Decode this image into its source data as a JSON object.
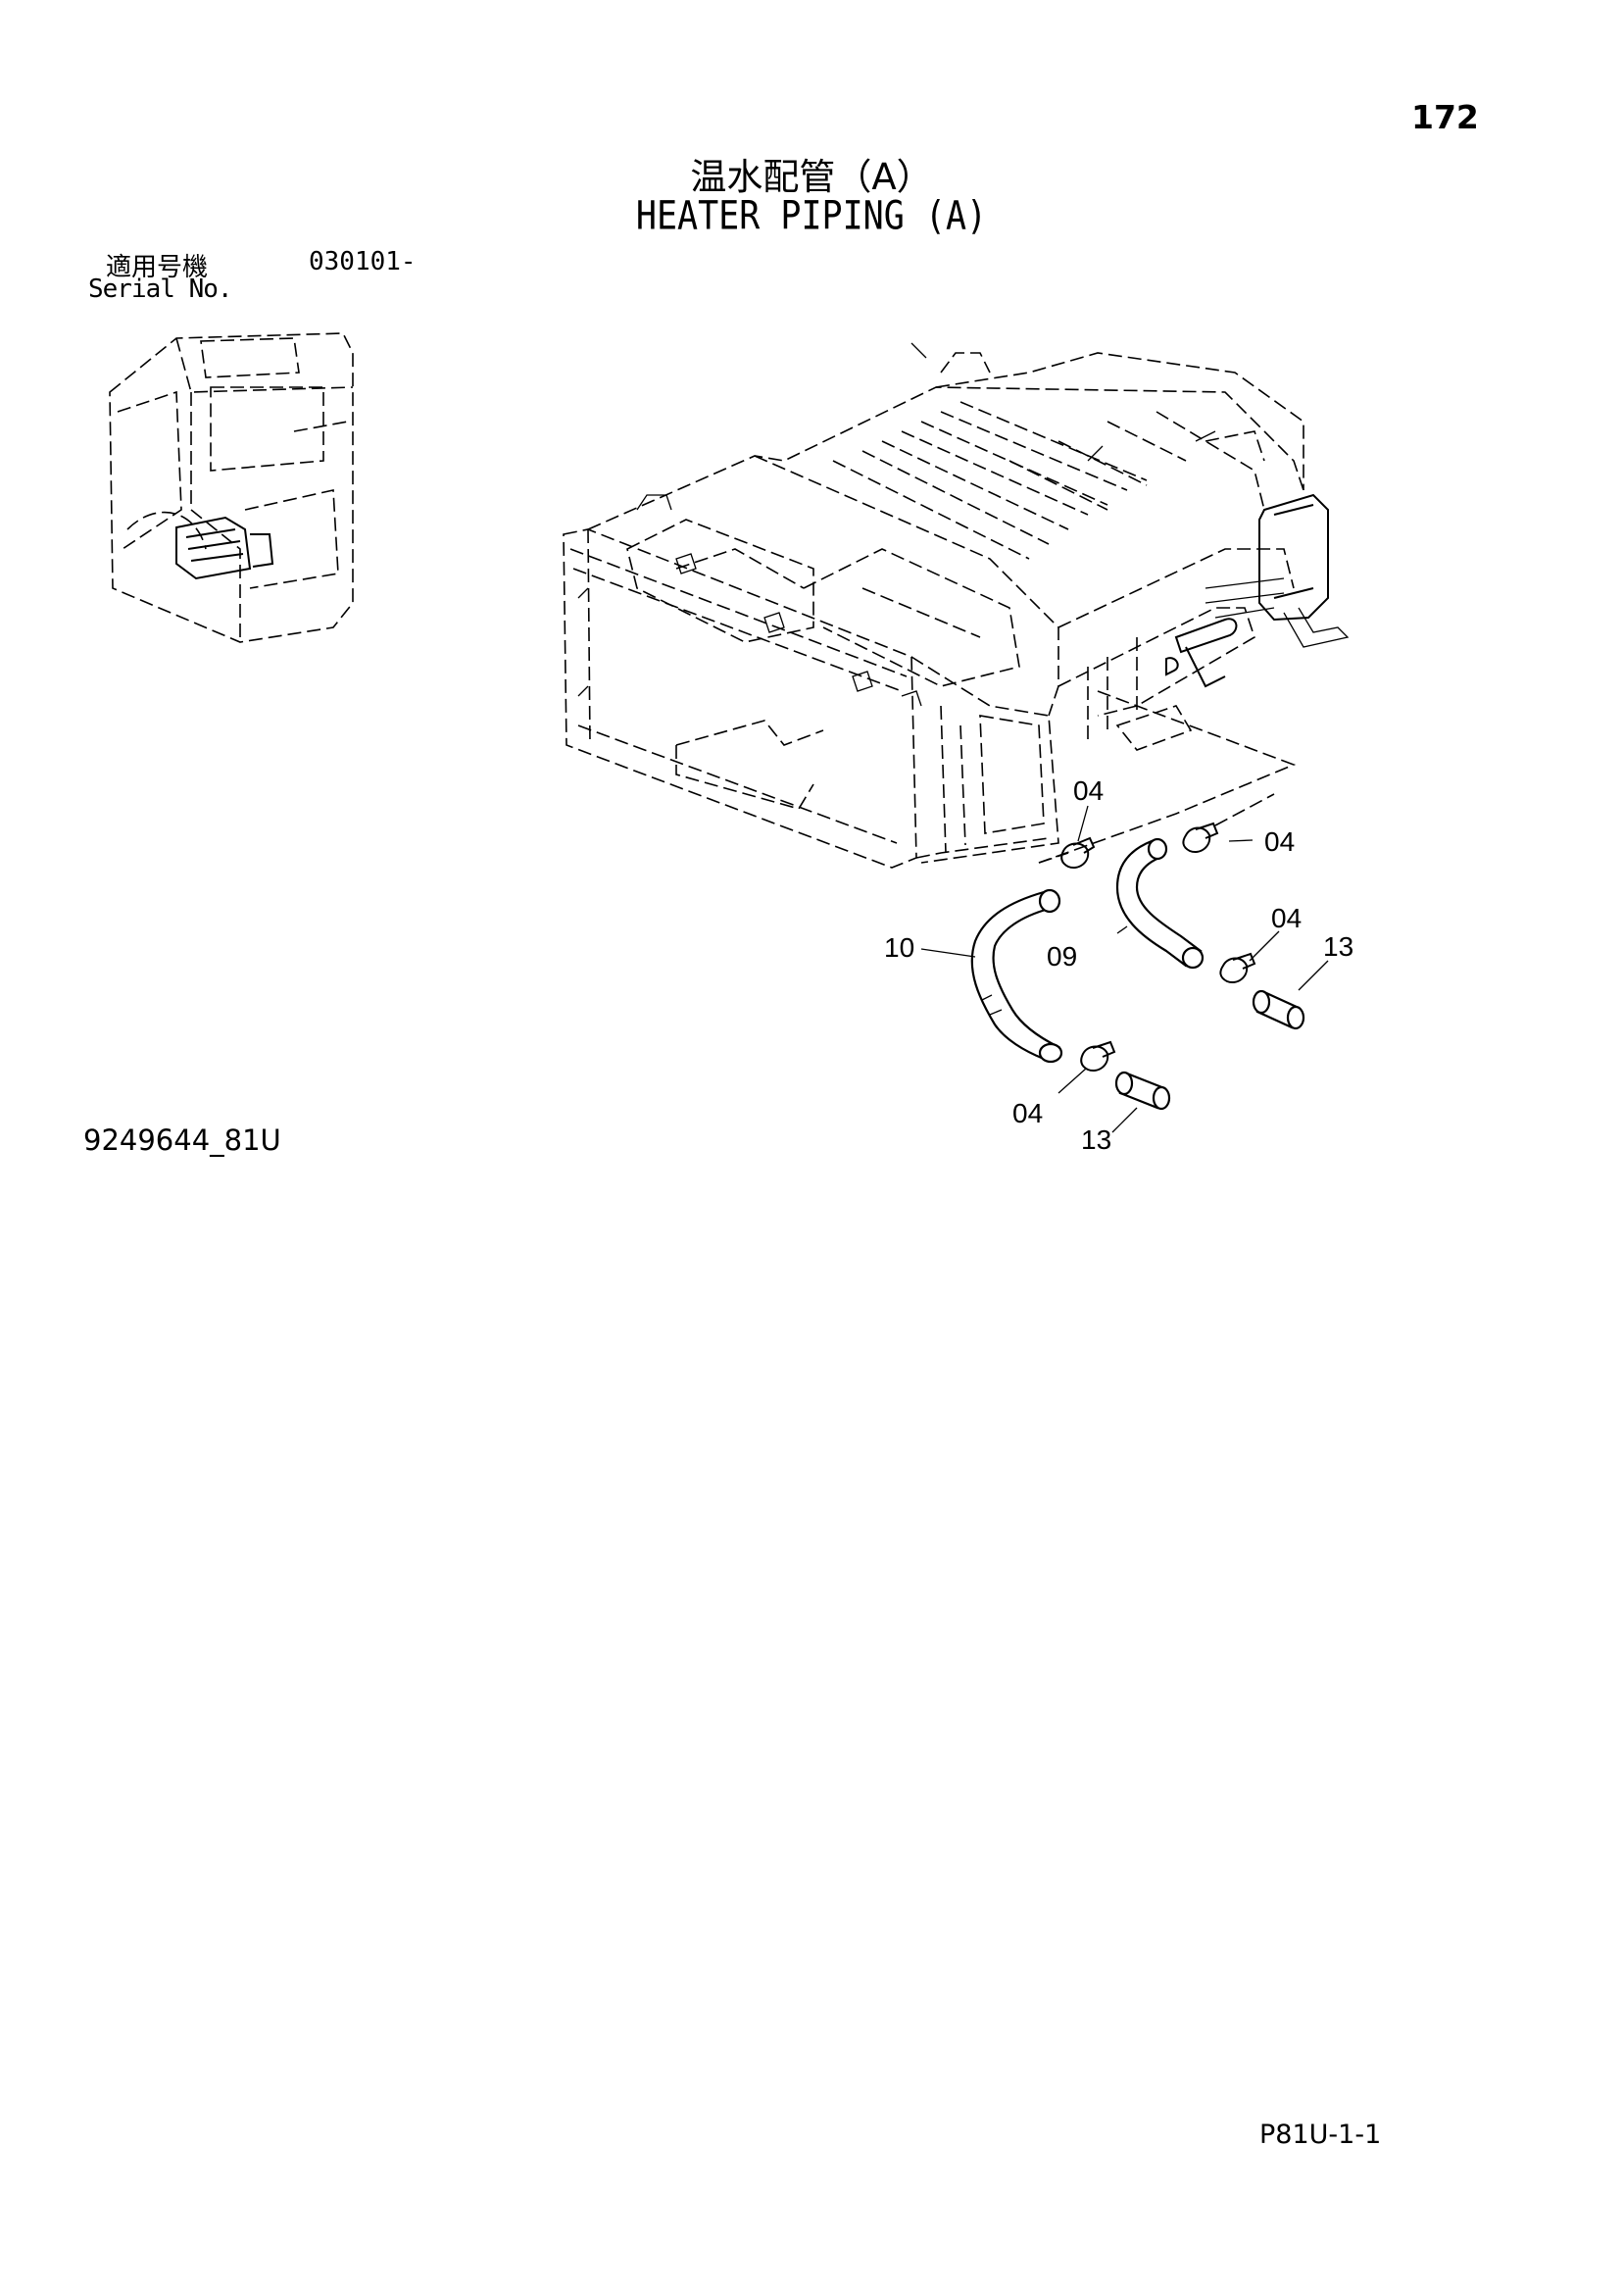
{
  "page_number": "172",
  "title_jp": "温水配管（A）",
  "title_en": "HEATER PIPING (A)",
  "serial": {
    "label_jp": "適用号機",
    "value": "030101-",
    "label_en": "Serial No."
  },
  "drawing_number": "9249644_81U",
  "page_code": "P81U-1-1",
  "callouts": {
    "c04_a": "04",
    "c04_b": "04",
    "c04_c": "04",
    "c04_d": "04",
    "c09": "09",
    "c10": "10",
    "c13_a": "13",
    "c13_b": "13"
  }
}
